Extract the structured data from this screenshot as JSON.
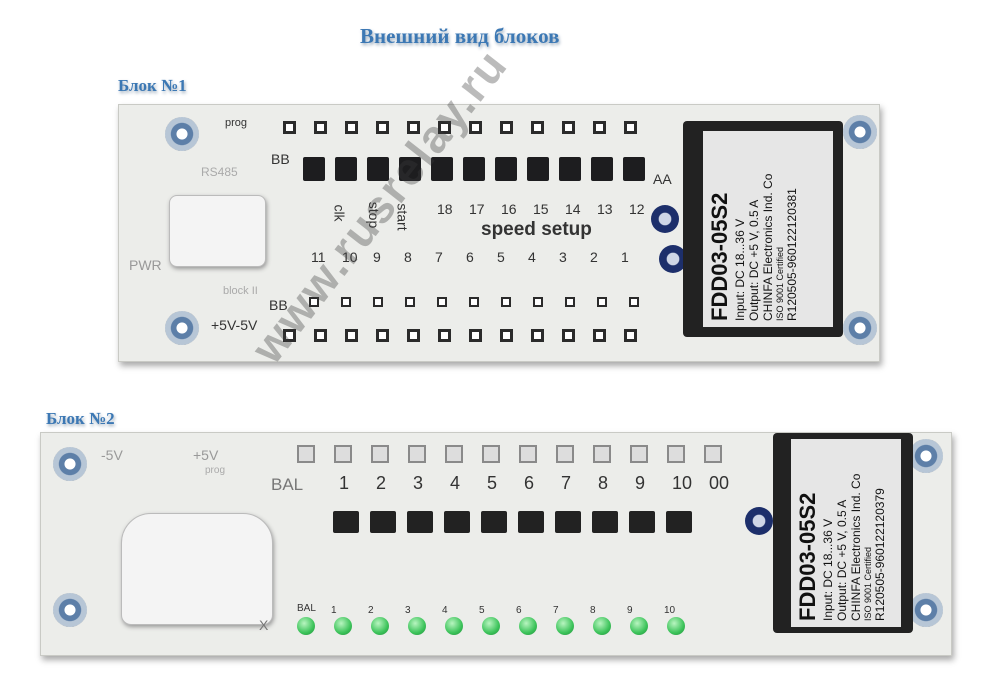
{
  "page_title": "Внешний вид блоков",
  "block1": {
    "heading": "Блок №1",
    "labels": {
      "prog": "prog",
      "bb_top": "BB",
      "rs485": "RS485",
      "pwr": "PWR",
      "power": "+5V-5V",
      "aa": "AA",
      "speed_setup": "speed setup",
      "bb_bottom": "BB",
      "block_ii": "block II",
      "stop": "stop",
      "start": "start",
      "clk": "clk"
    },
    "top_numbers": [
      "18",
      "17",
      "16",
      "15",
      "14",
      "13",
      "12"
    ],
    "bottom_numbers": [
      "11",
      "10",
      "9",
      "8",
      "7",
      "6",
      "5",
      "4",
      "3",
      "2",
      "1"
    ],
    "module": {
      "model": "FDD03-05S2",
      "input_label": "Input:",
      "input_value": "DC 18...36 V",
      "output_label": "Output:",
      "output_value": "DC +5 V, 0.5 A",
      "maker": "CHINFA Electronics Ind. Co",
      "cert": "ISO 9001 Certified",
      "serial": "R120505-960122120381"
    }
  },
  "block2": {
    "heading": "Блок №2",
    "labels": {
      "minus5v": "-5V",
      "plus5v": "+5V",
      "prog": "prog",
      "bal": "BAL",
      "x": "X",
      "led_bal": "BAL"
    },
    "channel_numbers": [
      "1",
      "2",
      "3",
      "4",
      "5",
      "6",
      "7",
      "8",
      "9",
      "10",
      "00"
    ],
    "led_numbers": [
      "1",
      "2",
      "3",
      "4",
      "5",
      "6",
      "7",
      "8",
      "9",
      "10"
    ],
    "module": {
      "model": "FDD03-05S2",
      "input_label": "Input:",
      "input_value": "DC 18...36 V",
      "output_label": "Output:",
      "output_value": "DC +5 V, 0.5 A",
      "maker": "CHINFA Electronics Ind. Co",
      "cert": "ISO 9001 Certified",
      "serial": "R120505-960122120379"
    }
  },
  "watermark": "www.rusrelay.ru"
}
